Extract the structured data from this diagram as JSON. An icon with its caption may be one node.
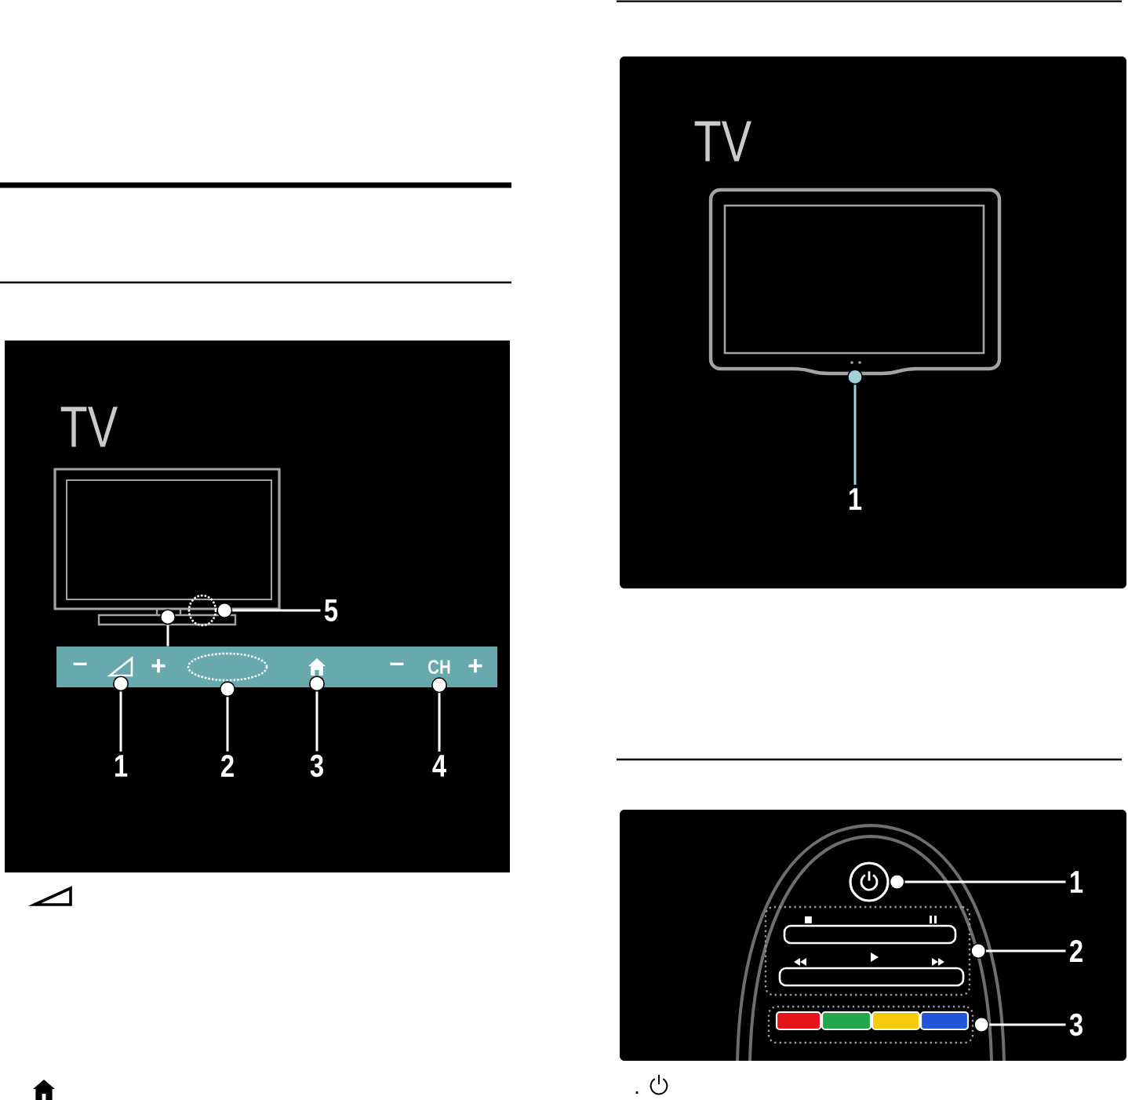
{
  "diagram": {
    "nodes": [
      {
        "text": [
          "TV"
        ]
      },
      {
        "text": [],
        "shape": "picture",
        "in": 0
      },
      {
        "text": [],
        "shape": "circle",
        "in": 0
      },
      {
        "text": [
          "–",
          "+",
          "–",
          "+"
        ],
        "in": 0
      },
      {
        "text": [],
        "shape": "picture",
        "in": 3
      },
      {
        "text": [],
        "shape": "circle",
        "in": 3
      },
      {
        "text": [],
        "shape": "picture",
        "in": 3
      },
      {
        "text": [
          "CH"
        ],
        "in": 3
      },
      {
        "text": [
          "1"
        ],
        "in": 0
      },
      {
        "text": [
          "2"
        ],
        "in": 0
      },
      {
        "text": [
          "3"
        ],
        "in": 0
      },
      {
        "text": [
          "4"
        ],
        "in": 0
      },
      {
        "text": [
          "5"
        ],
        "in": 0
      },
      {
        "text": [
          "TV"
        ]
      },
      {
        "text": [],
        "shape": "picture",
        "in": 13
      },
      {
        "text": [
          "1"
        ],
        "in": 13
      },
      {
        "text": [],
        "shape": "box"
      },
      {
        "text": [],
        "shape": "circle",
        "in": 16
      },
      {
        "text": [],
        "shape": "box",
        "in": 16
      },
      {
        "text": [],
        "shape": "box",
        "in": 16
      },
      {
        "text": [
          "1"
        ],
        "in": 16
      },
      {
        "text": [
          "2"
        ],
        "in": 16
      },
      {
        "text": [
          "3"
        ],
        "in": 16
      }
    ],
    "edges": [
      {
        "from": 3,
        "to": 1,
        "arrow": "other"
      },
      {
        "from": 8,
        "to": 4,
        "arrow": "other"
      },
      {
        "from": 9,
        "to": 5,
        "arrow": "other"
      },
      {
        "from": 10,
        "to": 6,
        "arrow": "other"
      },
      {
        "from": 11,
        "to": 7,
        "arrow": "other"
      },
      {
        "from": 12,
        "to": 2,
        "arrow": "other"
      },
      {
        "from": 15,
        "to": 14,
        "arrow": "other",
        "color": "#9fd3d7"
      },
      {
        "from": 20,
        "to": 17,
        "arrow": "other"
      },
      {
        "from": 21,
        "to": 18,
        "arrow": "other"
      },
      {
        "from": 22,
        "to": 19,
        "arrow": "other"
      }
    ],
    "labels": [
      "."
    ]
  }
}
